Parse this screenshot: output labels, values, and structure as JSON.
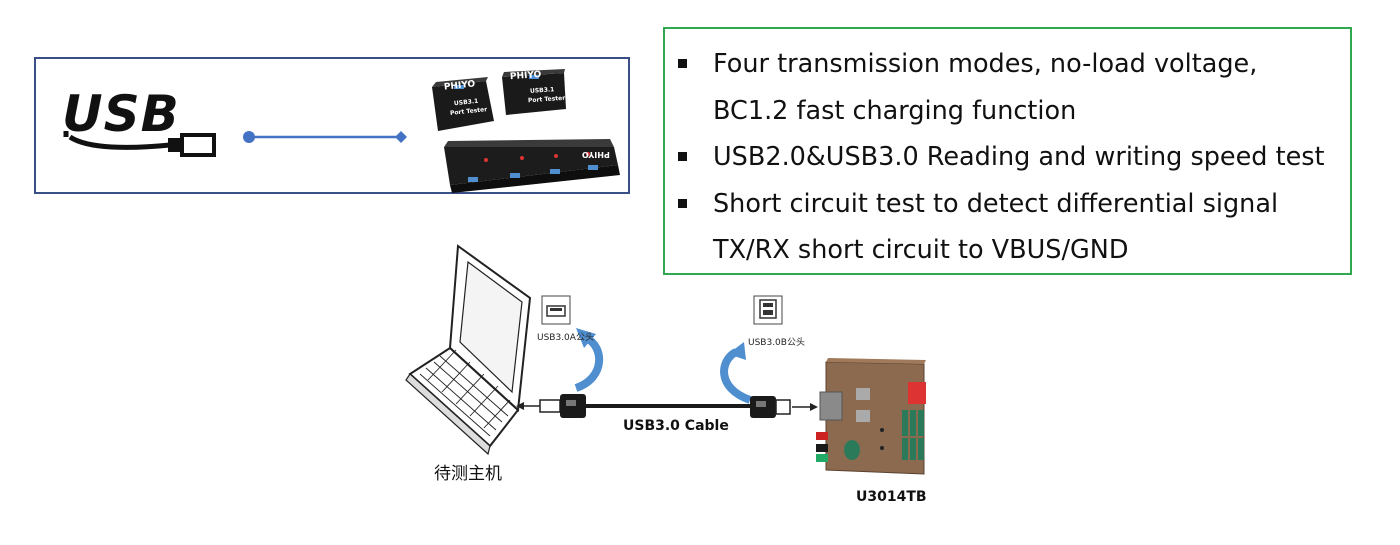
{
  "usb_panel": {
    "logo_text": "USB",
    "products": {
      "brand": "PHIYO",
      "model": "USB3.1",
      "product_name": "Port Tester"
    }
  },
  "features": [
    {
      "text": "Four transmission modes, no-load voltage, BC1.2 fast charging function"
    },
    {
      "text": "USB2.0&USB3.0 Reading and writing speed test"
    },
    {
      "text": "Short circuit test to detect differential signal TX/RX short circuit to VBUS/GND"
    }
  ],
  "diagram": {
    "connector_a_label": "USB3.0A公头",
    "connector_b_label": "USB3.0B公头",
    "cable_label": "USB3.0 Cable",
    "host_label": "待测主机",
    "device_label": "U3014TB"
  },
  "colors": {
    "panel_border": "#3a4f86",
    "features_border": "#2fa84f",
    "connector_line": "#4472c4",
    "curve_arrow": "#4f8fd0",
    "pcb": "#8b6a4f"
  }
}
